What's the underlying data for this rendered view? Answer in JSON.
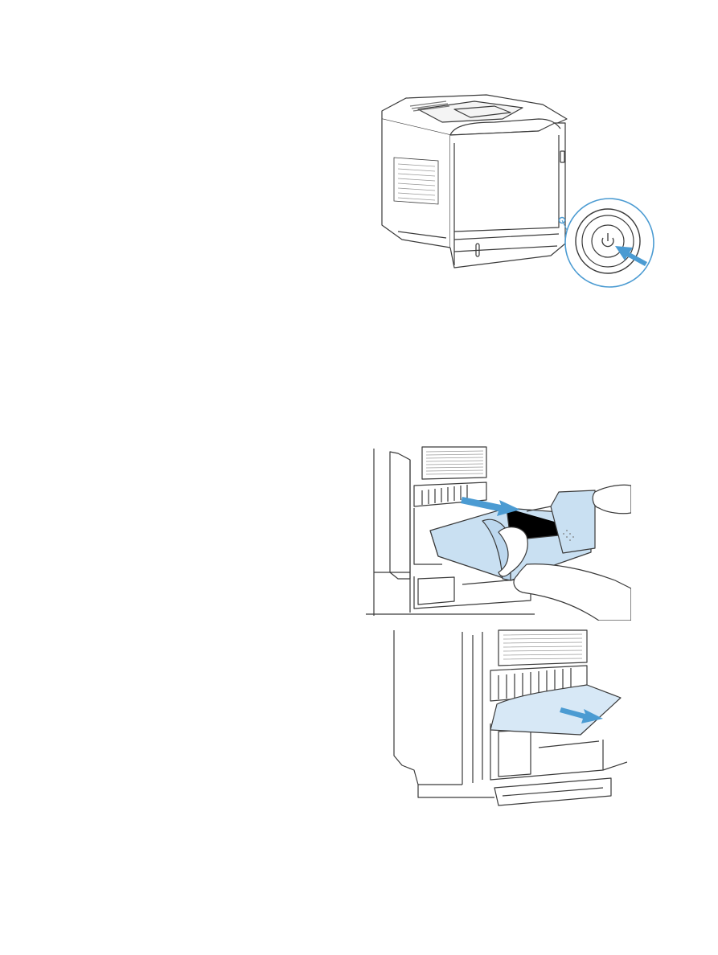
{
  "page": {
    "background": "#ffffff"
  },
  "colors": {
    "line": "#3a3a3a",
    "accent_blue": "#4b9bd2",
    "light_blue_fill": "#c9e0f2",
    "paper_fill": "#d7e8f6",
    "grille": "#9a9a9a"
  },
  "figures": [
    {
      "name": "printer-power-button-illustration",
      "icons": [
        "power-icon",
        "push-arrow-icon"
      ]
    },
    {
      "name": "remove-duplexer-illustration",
      "icons": [
        "pull-arrow-icon"
      ]
    },
    {
      "name": "remove-jammed-paper-illustration",
      "icons": [
        "pull-arrow-icon"
      ]
    }
  ]
}
